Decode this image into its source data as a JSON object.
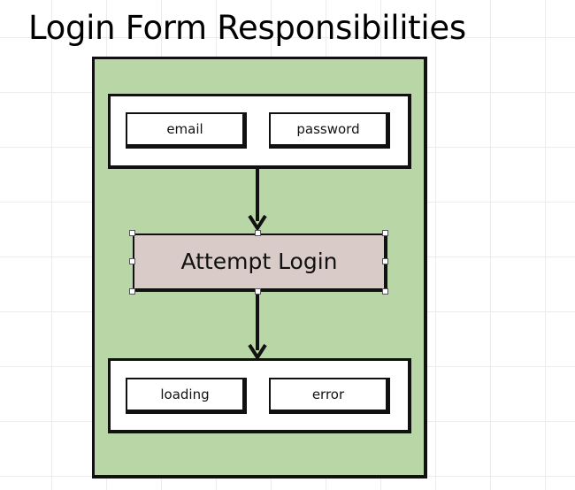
{
  "title": "Login Form Responsibilities",
  "inputs_group": {
    "fields": [
      {
        "label": "email"
      },
      {
        "label": "password"
      }
    ]
  },
  "action": {
    "label": "Attempt Login"
  },
  "outputs_group": {
    "fields": [
      {
        "label": "loading"
      },
      {
        "label": "error"
      }
    ]
  }
}
